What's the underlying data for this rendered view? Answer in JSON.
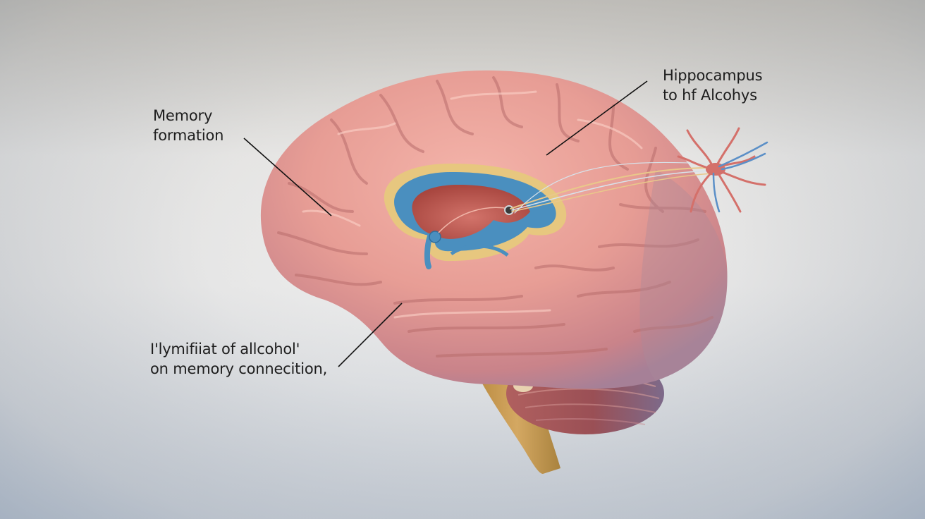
{
  "figure": {
    "subject": "Human brain, side view, with hippocampus cutaway and neuron",
    "colors": {
      "cortex": "#e9a29a",
      "cortex_shadow": "#b86e6c",
      "cortex_cool": "#a98a9c",
      "hippocampus_outer": "#e7c77f",
      "hippocampus_inner": "#4a8fbf",
      "ventricle": "#c25a55",
      "cerebellum": "#9b4f52",
      "brainstem": "#c99a52",
      "neuron_red": "#d4706a",
      "neuron_blue": "#5b8fc7",
      "leader_line": "#111111"
    }
  },
  "labels": {
    "memory_formation": {
      "line1": "Memory",
      "line2": "formation"
    },
    "hippocampus": {
      "line1": "Hippocampus",
      "line2": "to hf Alcohys"
    },
    "alcohol_effect": {
      "line1": "I'lymifiiat of allcohol'",
      "line2": "on memory connecition,"
    }
  }
}
